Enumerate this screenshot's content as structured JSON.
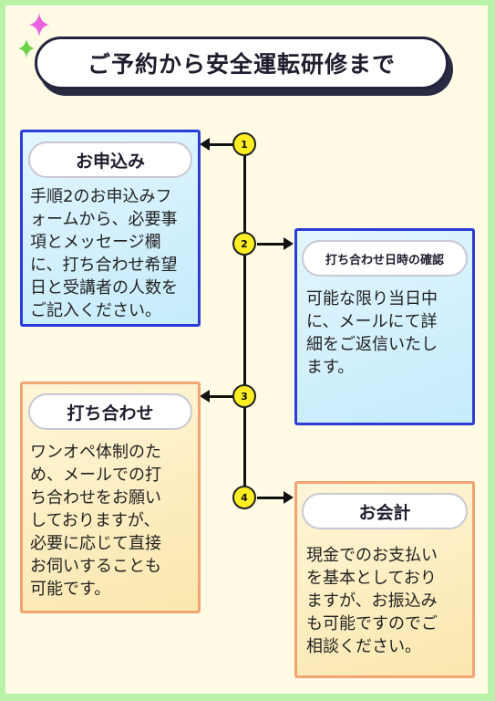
{
  "title": "ご予約から安全運転研修まで",
  "steps": [
    {
      "number": "1",
      "heading": "お申込み",
      "body": "手順2のお申込みフ\nォームから、必要事\n項とメッセージ欄\nに、打ち合わせ希望\n日と受講者の人数を\nご記入ください。"
    },
    {
      "number": "2",
      "heading": "打ち合わせ日時の確認",
      "body": "可能な限り当日中\nに、メールにて詳\n細をご返信いたし\nます。"
    },
    {
      "number": "3",
      "heading": "打ち合わせ",
      "body": "ワンオペ体制のた\nめ、メールでの打\nち合わせをお願い\nしておりますが、\n必要に応じて直接\nお伺いすることも\n可能です。"
    },
    {
      "number": "4",
      "heading": "お会計",
      "body": "現金でのお支払い\nを基本としており\nますが、お振込み\nも可能ですのでご\n相談ください。"
    }
  ],
  "colors": {
    "background": "#b8f3a8",
    "blue_card_border": "#2b3dd6",
    "orange_card_border": "#f2a474",
    "node_fill": "#ffee22"
  },
  "icons": [
    "sparkle-pink",
    "sparkle-green",
    "sparkle-blue"
  ]
}
